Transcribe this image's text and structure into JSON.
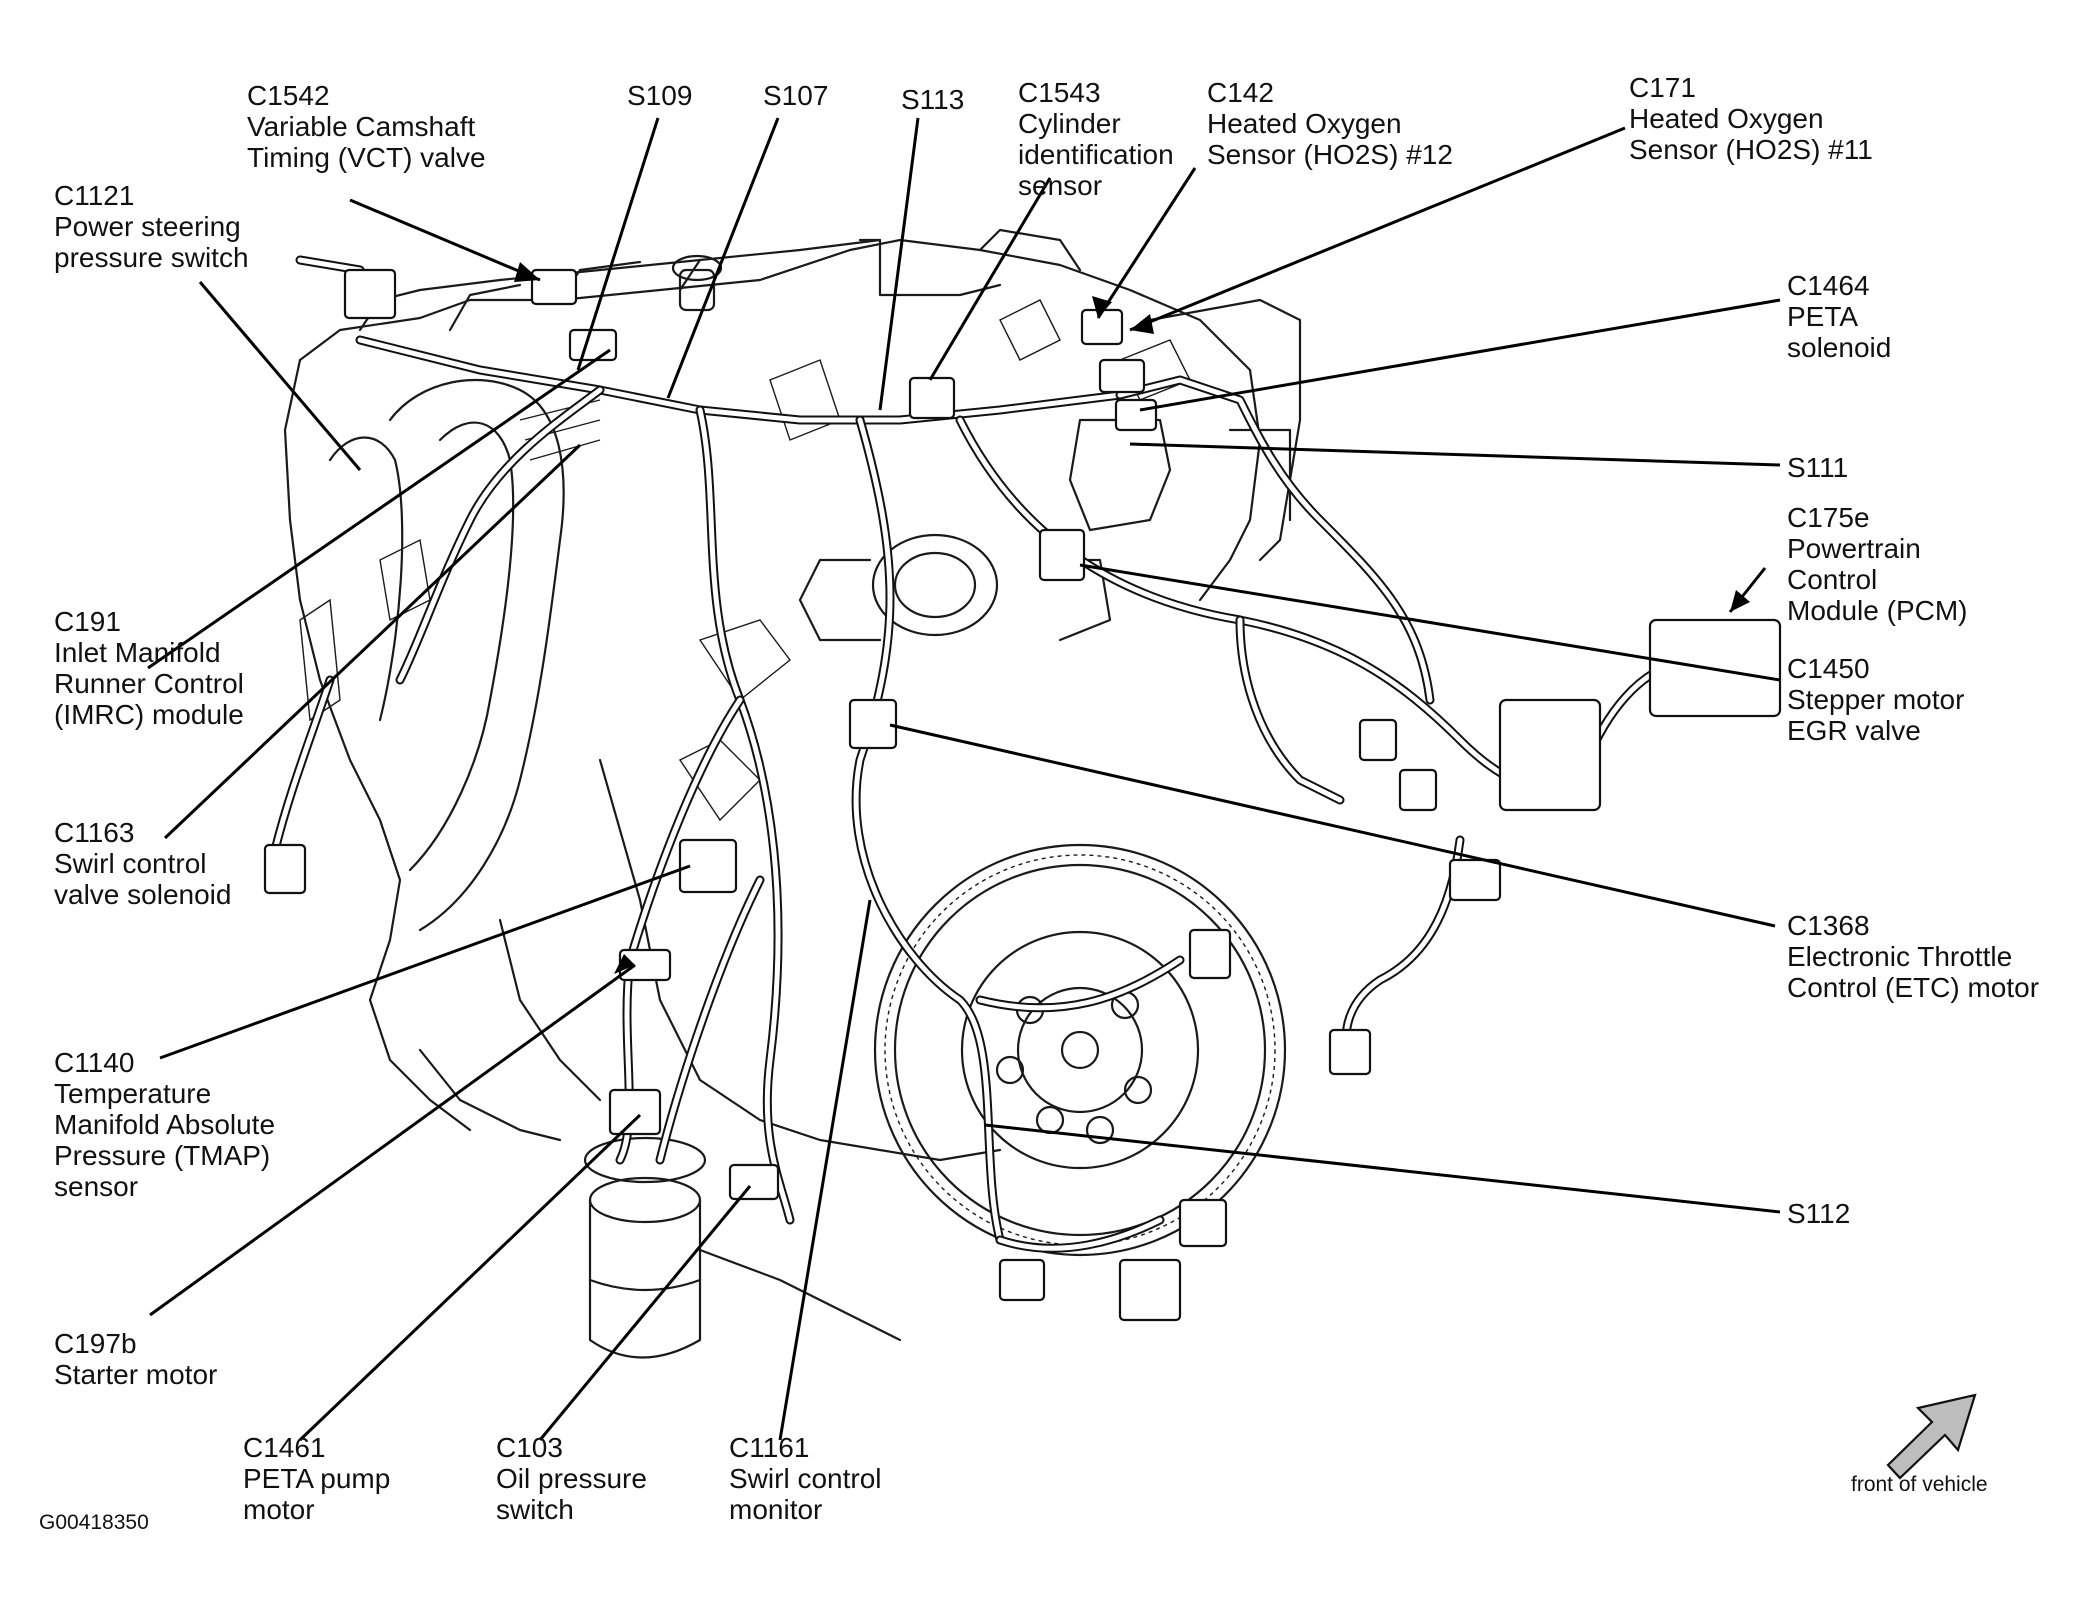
{
  "diagram_id": "G00418350",
  "orientation": {
    "label": "front of vehicle",
    "icon": "arrow-icon"
  },
  "callouts": [
    {
      "id": "c1542",
      "lines": [
        "C1542",
        "Variable Camshaft",
        "Timing (VCT) valve"
      ]
    },
    {
      "id": "s109",
      "lines": [
        "S109"
      ]
    },
    {
      "id": "s107",
      "lines": [
        "S107"
      ]
    },
    {
      "id": "s113",
      "lines": [
        "S113"
      ]
    },
    {
      "id": "c1543",
      "lines": [
        "C1543",
        "Cylinder",
        "identification",
        "sensor"
      ]
    },
    {
      "id": "c142",
      "lines": [
        "C142",
        "Heated Oxygen",
        "Sensor (HO2S) #12"
      ]
    },
    {
      "id": "c171",
      "lines": [
        "C171",
        "Heated Oxygen",
        "Sensor (HO2S) #11"
      ]
    },
    {
      "id": "c1121",
      "lines": [
        "C1121",
        "Power steering",
        "pressure switch"
      ]
    },
    {
      "id": "c1464",
      "lines": [
        "C1464",
        "PETA",
        "solenoid"
      ]
    },
    {
      "id": "s111",
      "lines": [
        "S111"
      ]
    },
    {
      "id": "c175e",
      "lines": [
        "C175e",
        "Powertrain",
        "Control",
        "Module (PCM)"
      ]
    },
    {
      "id": "c191",
      "lines": [
        "C191",
        "Inlet Manifold",
        "Runner Control",
        "(IMRC) module"
      ]
    },
    {
      "id": "c1450",
      "lines": [
        "C1450",
        "Stepper motor",
        "EGR valve"
      ]
    },
    {
      "id": "c1163",
      "lines": [
        "C1163",
        "Swirl control",
        "valve solenoid"
      ]
    },
    {
      "id": "c1368",
      "lines": [
        "C1368",
        "Electronic Throttle",
        "Control (ETC) motor"
      ]
    },
    {
      "id": "c1140",
      "lines": [
        "C1140",
        "Temperature",
        "Manifold Absolute",
        "Pressure (TMAP)",
        "sensor"
      ]
    },
    {
      "id": "s112",
      "lines": [
        "S112"
      ]
    },
    {
      "id": "c197b",
      "lines": [
        "C197b",
        "Starter motor"
      ]
    },
    {
      "id": "c1461",
      "lines": [
        "C1461",
        "PETA pump",
        "motor"
      ]
    },
    {
      "id": "c103",
      "lines": [
        "C103",
        "Oil pressure",
        "switch"
      ]
    },
    {
      "id": "c1161",
      "lines": [
        "C1161",
        "Swirl control",
        "monitor"
      ]
    }
  ]
}
